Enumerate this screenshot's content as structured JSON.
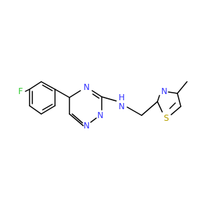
{
  "molecule": {
    "atoms": {
      "fluorine": "F",
      "triazine_n_upper": "N",
      "triazine_n_lower_right": "N",
      "triazine_n_lower_left": "N",
      "amine_n": "N",
      "amine_h": "H",
      "thiazole_n": "N",
      "thiazole_s": "S"
    },
    "colors": {
      "bond": "#000000",
      "nitrogen": "#3333ff",
      "sulfur": "#b8a200",
      "fluorine": "#33cc33"
    }
  }
}
